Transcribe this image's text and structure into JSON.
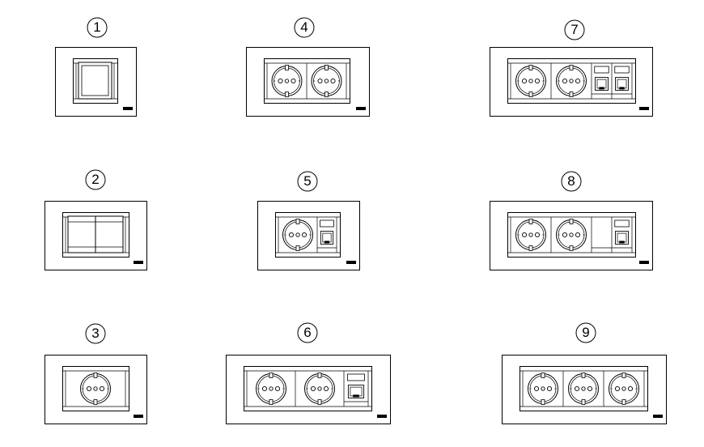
{
  "panels": [
    {
      "number": "1",
      "modules": [
        "switch"
      ]
    },
    {
      "number": "2",
      "modules": [
        "double-switch"
      ]
    },
    {
      "number": "3",
      "modules": [
        "schuko-socket"
      ]
    },
    {
      "number": "4",
      "modules": [
        "schuko-socket",
        "schuko-socket"
      ]
    },
    {
      "number": "5",
      "modules": [
        "schuko-socket",
        "data-port"
      ]
    },
    {
      "number": "6",
      "modules": [
        "schuko-socket",
        "schuko-socket",
        "data-port"
      ]
    },
    {
      "number": "7",
      "modules": [
        "schuko-socket",
        "schuko-socket",
        "data-port",
        "data-port"
      ]
    },
    {
      "number": "8",
      "modules": [
        "schuko-socket",
        "schuko-socket",
        "blank",
        "data-port"
      ]
    },
    {
      "number": "9",
      "modules": [
        "schuko-socket",
        "schuko-socket",
        "schuko-socket"
      ]
    }
  ],
  "colors": {
    "line": "#000000",
    "fill": "#ffffff",
    "indicator": "#000000"
  }
}
